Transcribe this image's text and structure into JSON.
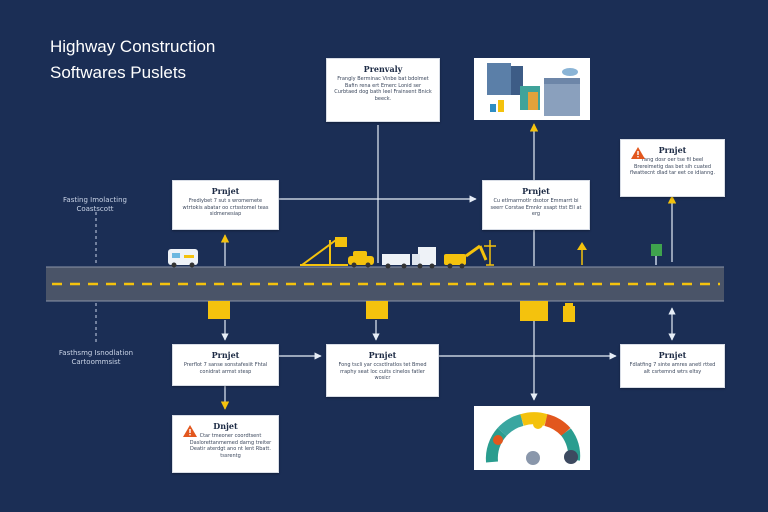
{
  "header": {
    "title_line1": "Highway Construction",
    "title_line2": "Softwares Puslets"
  },
  "side_labels": {
    "upper": "Fasting Imolacting Coastscott",
    "lower": "Fasthsmg Isnodlation Cartoommsist"
  },
  "cards": {
    "top_center": {
      "title": "Prenvaly",
      "body": "Frangly Berminac Vinbe bat bdolmet Bafin rena ert Emerc Lonid ser Curbtaed dog bath leel Frainsent Bnick beeck."
    },
    "upper_left": {
      "title": "Prnjet",
      "body": "Frediybet 7 sut s wromemete wtrtokis abatar oo crtsstomel teas sidmenesiap"
    },
    "upper_center": {
      "title": "Prnjet",
      "body": "Cu etlmarmotlr dsotor Emmarrt bi seerr Corstae Emnkr xsapt ttst Ell at erg"
    },
    "upper_right": {
      "title": "Prnjet",
      "body": "Fang dosr oer tse fil beel Brereimetig das bet sih cuated flwattecnt dlad tar eet ce idianng."
    },
    "lower_left": {
      "title": "Prnjet",
      "body": "Prerflot 7 sanse sonstafesiit Fhtal conidrat armst stesp"
    },
    "lower_center": {
      "title": "Prnjet",
      "body": "Fong tscli yar ccsctlratlos tet Bmed rraphy seat loc cuits cinelos fatler wosicr"
    },
    "lower_right": {
      "title": "Prnjet",
      "body": "Fdlatfing 7 sinte amres anetl rtted alt csrtemnd wtrs eltsy"
    },
    "bottom_left": {
      "title": "Dnjet",
      "body": "Ctar tmeoner coordtsent Daslorettanmemed darng treiter Deatir aterdgt ano nt lent Rbatt. tssrentg"
    }
  },
  "colors": {
    "background": "#1b2e55",
    "road": "#4a5468",
    "lane": "#f4c20d",
    "connector": "#f4c20d",
    "arrow": "#e6edf7",
    "warning": "#e2571e"
  },
  "icons": {
    "vehicles": [
      "camper-van-icon",
      "crane-icon",
      "taxi-car-icon",
      "trailer-truck-icon",
      "box-truck-icon",
      "excavator-icon",
      "drill-rig-icon"
    ],
    "signs": [
      "traffic-sign-icon",
      "road-sign-icon"
    ],
    "building_illustration": "server-buildings-icon",
    "gauge": "gauge-chart-icon"
  }
}
